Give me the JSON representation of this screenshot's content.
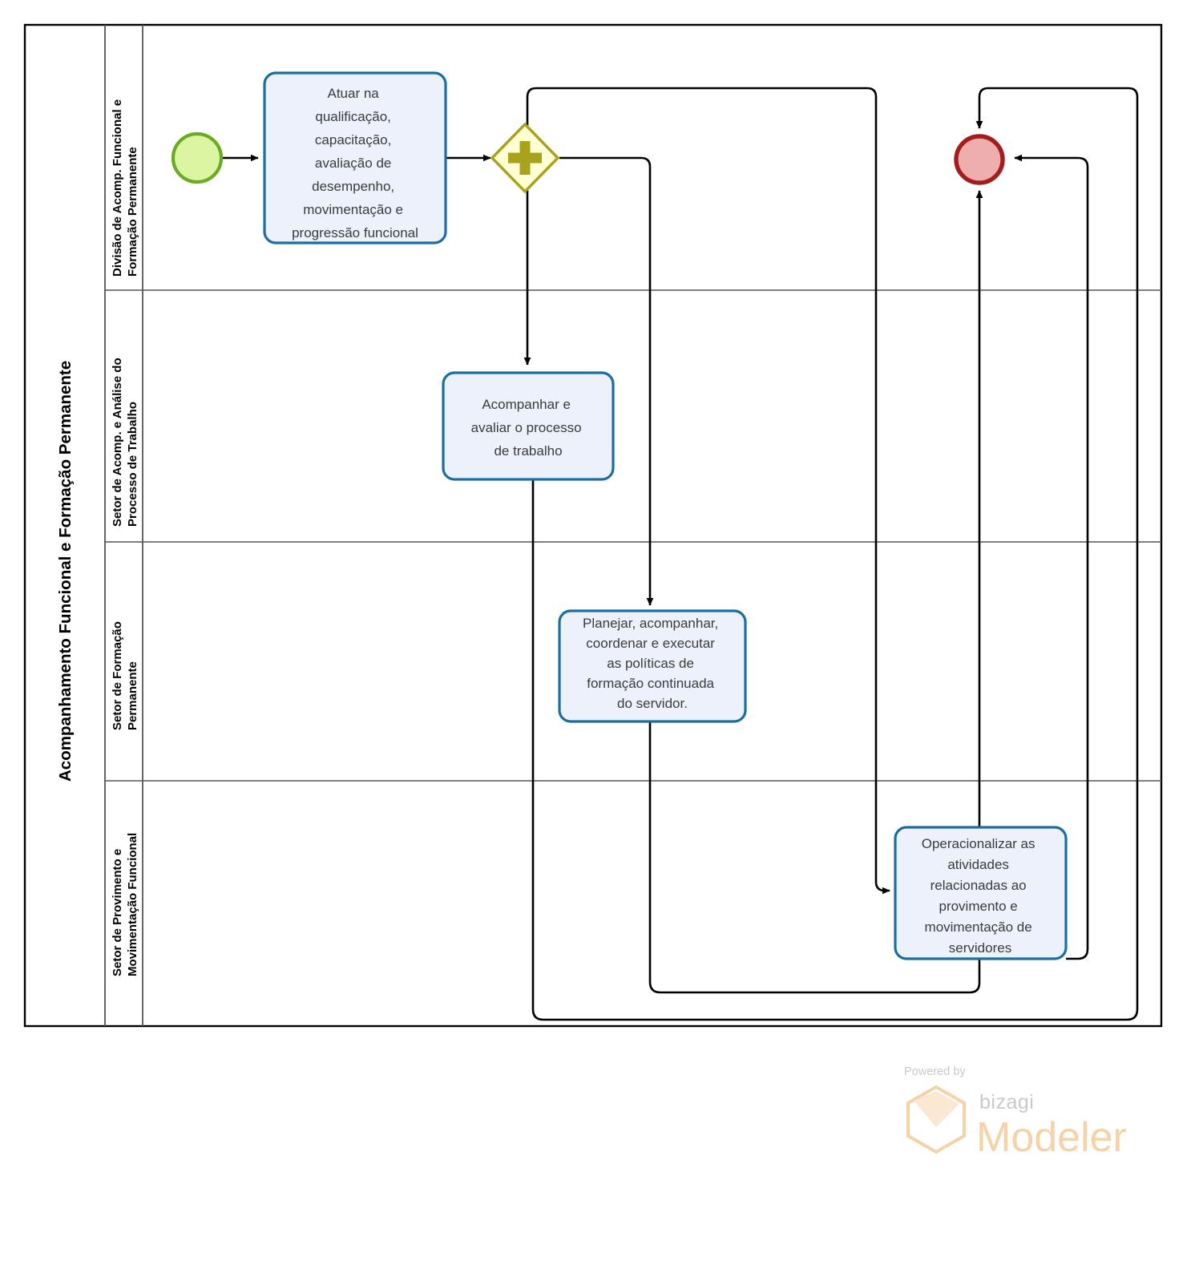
{
  "diagram": {
    "type": "bpmn-process",
    "pool": {
      "title": "Acompanhamento Funcional e Formação Permanente"
    },
    "lanes": [
      {
        "id": "lane-1",
        "label": "Divisão de Acomp. Funcional e Formação Permanente"
      },
      {
        "id": "lane-2",
        "label": "Setor de Acomp. e Análise do Processo de Trabalho"
      },
      {
        "id": "lane-3",
        "label": "Setor de Formação Permanente"
      },
      {
        "id": "lane-4",
        "label": "Setor de Provimento e Movimentação Funcional"
      }
    ],
    "events": [
      {
        "id": "start-event",
        "kind": "start",
        "lane": "lane-1",
        "fill": "#dcf5a3",
        "stroke": "#6aab23"
      },
      {
        "id": "end-event",
        "kind": "end",
        "lane": "lane-1",
        "fill": "#efaeae",
        "stroke": "#a31d1d"
      }
    ],
    "gateways": [
      {
        "id": "parallel-gateway",
        "kind": "parallel",
        "lane": "lane-1",
        "symbol": "+",
        "fill": "#feffd2",
        "stroke": "#a8a21d"
      }
    ],
    "tasks": [
      {
        "id": "task-atuar",
        "lane": "lane-1",
        "lines": [
          "Atuar na",
          "qualificação,",
          "capacitação,",
          "avaliação de",
          "desempenho,",
          "movimentação e",
          "progressão funcional"
        ]
      },
      {
        "id": "task-acompanhar",
        "lane": "lane-2",
        "lines": [
          "Acompanhar e",
          "avaliar o processo",
          "de trabalho"
        ]
      },
      {
        "id": "task-planejar",
        "lane": "lane-3",
        "lines": [
          "Planejar, acompanhar,",
          "coordenar e executar",
          "as políticas de",
          "formação continuada",
          "do servidor."
        ]
      },
      {
        "id": "task-operacionalizar",
        "lane": "lane-4",
        "lines": [
          "Operacionalizar as",
          "atividades",
          "relacionadas ao",
          "provimento e",
          "movimentação de",
          "servidores"
        ]
      }
    ],
    "colors": {
      "task_fill": "#edf1fc",
      "task_stroke": "#1b6ea0",
      "connector": "#000000",
      "pool_border": "#000000",
      "lane_divider": "#555555"
    }
  },
  "branding": {
    "powered_by": "Powered by",
    "brand": "bizagi",
    "product": "Modeler",
    "accent": "#f6d2a8"
  }
}
